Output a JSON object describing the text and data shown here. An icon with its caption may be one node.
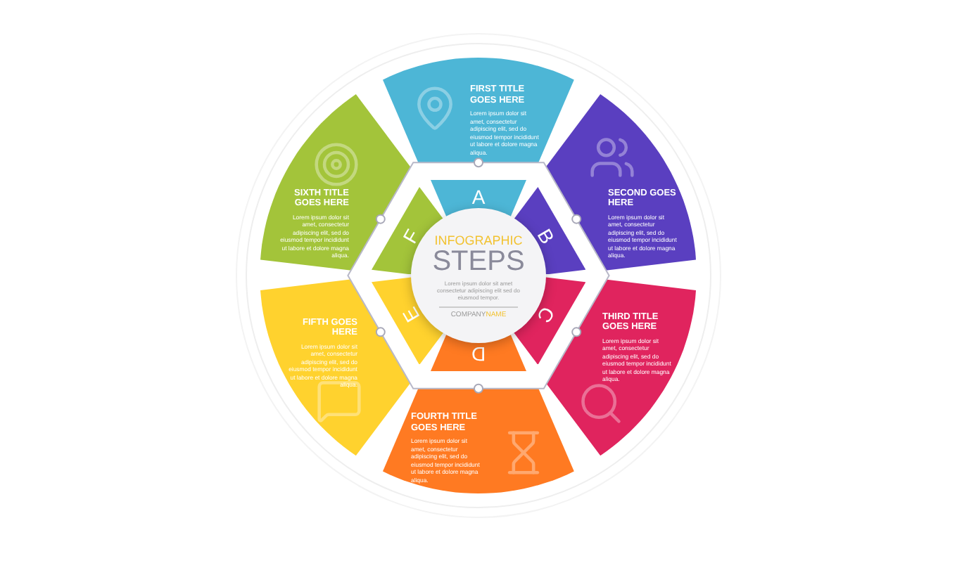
{
  "diagram": {
    "nodes": [
      {
        "text": [
          "FIRST TITLE GOES HERE",
          "Lorem ipsum dolor sit amet, consectetur adipiscing elit, sed do eiusmod tempor incididunt ut labore et dolore magna aliqua."
        ]
      },
      {
        "text": [
          "SECOND GOES HERE",
          "Lorem ipsum dolor sit amet, consectetur adipiscing elit, sed do eiusmod tempor incididunt ut labore et dolore magna aliqua."
        ]
      },
      {
        "text": [
          "THIRD TITLE GOES HERE",
          "Lorem ipsum dolor sit amet, consectetur adipiscing elit, sed do eiusmod tempor incididunt ut labore et dolore magna aliqua."
        ]
      },
      {
        "text": [
          "FOURTH TITLE GOES HERE",
          "Lorem ipsum dolor sit amet, consectetur adipiscing elit, sed do eiusmod tempor incididunt ut labore et dolore magna aliqua."
        ]
      },
      {
        "text": [
          "FIFTH GOES HERE",
          "Lorem ipsum dolor sit amet, consectetur adipiscing elit, sed do eiusmod tempor incididunt ut labore et dolore magna aliqua."
        ]
      },
      {
        "text": [
          "SIXTH TITLE GOES HERE",
          "Lorem ipsum dolor sit amet, consectetur adipiscing elit, sed do eiusmod tempor incididunt ut labore et dolore magna aliqua."
        ]
      },
      {
        "text": [
          "A"
        ]
      },
      {
        "text": [
          "B"
        ]
      },
      {
        "text": [
          "C"
        ]
      },
      {
        "text": [
          "D"
        ]
      },
      {
        "text": [
          "E"
        ]
      },
      {
        "text": [
          "F"
        ]
      },
      {
        "text": [
          "INFOGRAPHIC",
          "STEPS",
          "Lorem ipsum dolor sit amet consectetur adipiscing elit sed do eiusmod tempor.",
          "COMPANY",
          "NAME"
        ]
      }
    ]
  }
}
